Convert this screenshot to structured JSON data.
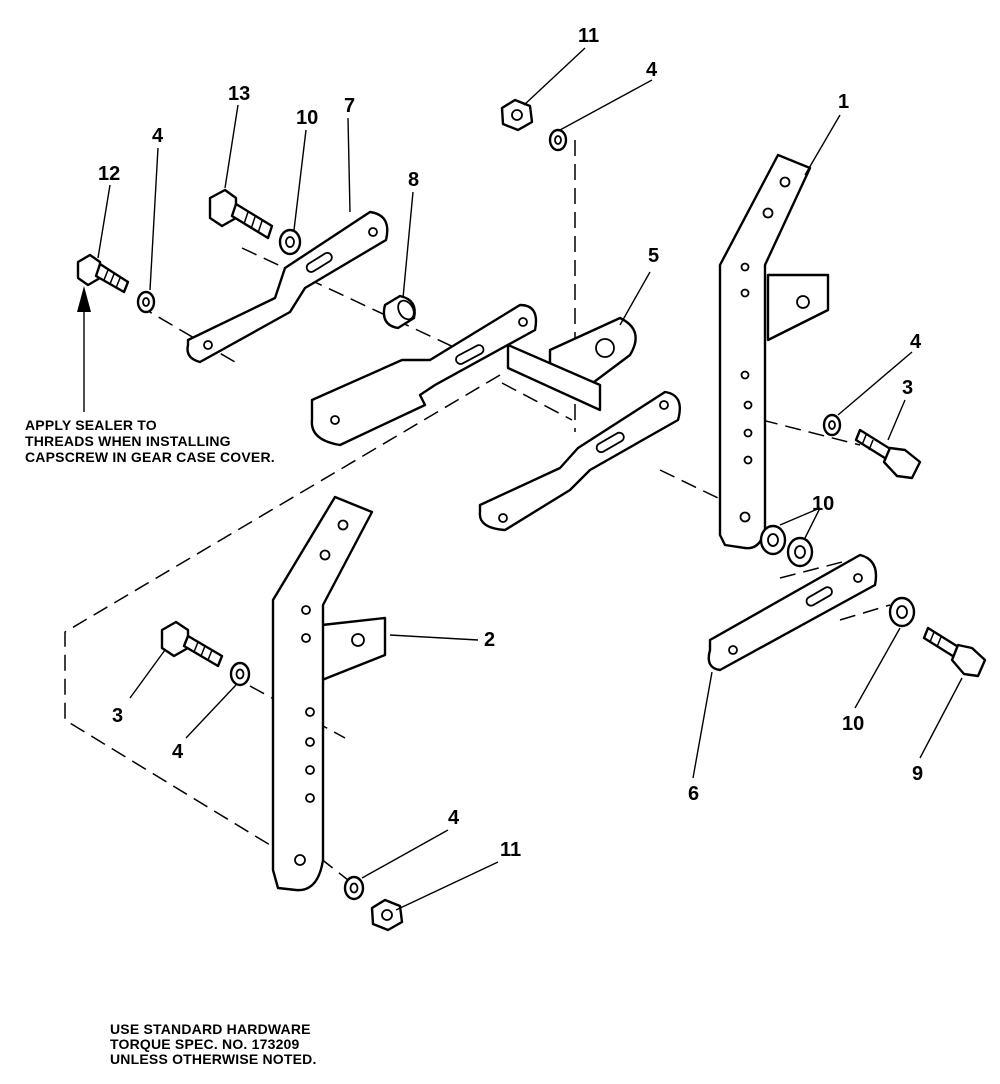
{
  "notes": {
    "sealer": [
      "APPLY SEALER TO",
      "THREADS WHEN INSTALLING",
      "CAPSCREW IN GEAR CASE COVER."
    ],
    "hardware": [
      "USE STANDARD HARDWARE",
      "TORQUE SPEC. NO. 173209",
      "UNLESS OTHERWISE NOTED."
    ]
  },
  "callouts": {
    "c1": "1",
    "c2": "2",
    "c3a": "3",
    "c3b": "3",
    "c4a": "4",
    "c4b": "4",
    "c4c": "4",
    "c4d": "4",
    "c4e": "4",
    "c5": "5",
    "c6": "6",
    "c7": "7",
    "c8": "8",
    "c9": "9",
    "c10a": "10",
    "c10b": "10",
    "c10c": "10",
    "c11a": "11",
    "c11b": "11",
    "c12": "12",
    "c13": "13"
  }
}
